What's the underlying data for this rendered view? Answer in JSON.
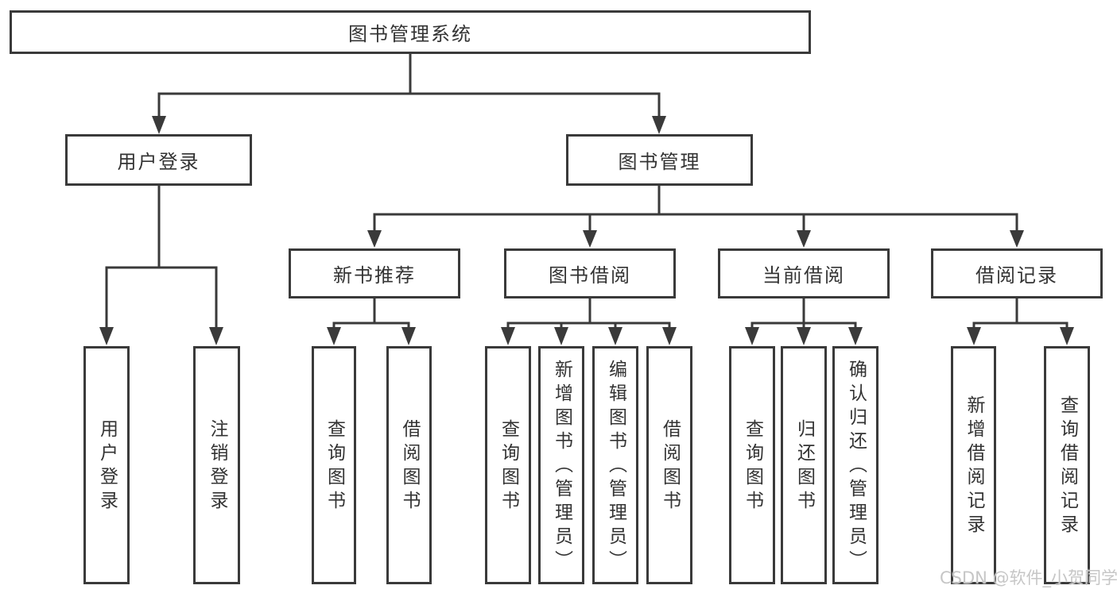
{
  "diagram_title": "图书管理系统",
  "nodes": {
    "root": {
      "label": "图书管理系统"
    },
    "level2": [
      {
        "id": "user-login",
        "label": "用户登录"
      },
      {
        "id": "book-management",
        "label": "图书管理"
      }
    ],
    "level3": [
      {
        "id": "new-book-recommend",
        "label": "新书推荐"
      },
      {
        "id": "book-borrow",
        "label": "图书借阅"
      },
      {
        "id": "current-borrow",
        "label": "当前借阅"
      },
      {
        "id": "borrow-records",
        "label": "借阅记录"
      }
    ],
    "leaves": {
      "user_login": [
        {
          "label": "用户登录"
        },
        {
          "label": "注销登录"
        }
      ],
      "new_book_recommend": [
        {
          "label": "查询图书"
        },
        {
          "label": "借阅图书"
        }
      ],
      "book_borrow": [
        {
          "label": "查询图书"
        },
        {
          "label": "新增图书（管理员）"
        },
        {
          "label": "编辑图书（管理员）"
        },
        {
          "label": "借阅图书"
        }
      ],
      "current_borrow": [
        {
          "label": "查询图书"
        },
        {
          "label": "归还图书"
        },
        {
          "label": "确认归还（管理员）"
        }
      ],
      "borrow_records": [
        {
          "label": "新增借阅记录"
        },
        {
          "label": "查询借阅记录"
        }
      ]
    }
  },
  "watermark": {
    "text": "CSDN @软件_小贺同学"
  },
  "colors": {
    "line": "#3a3a3a",
    "box_border": "#3a3a3a",
    "box_fill": "#ffffff",
    "text": "#333333",
    "watermark": "#c6c6c6",
    "background": "#ffffff"
  }
}
